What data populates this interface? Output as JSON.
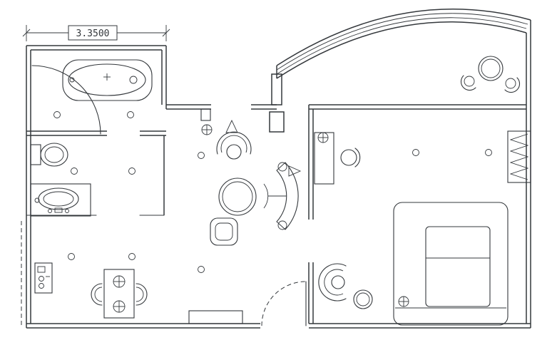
{
  "dimension": {
    "value": "3.3500"
  },
  "colors": {
    "line": "#34383c",
    "background": "#ffffff"
  },
  "fixtures": {
    "bathroom": [
      "bathtub",
      "shower-screen",
      "toilet",
      "vanity-sink"
    ],
    "living": [
      "armchair",
      "curved-sofa",
      "round-table",
      "ottoman",
      "bench",
      "dresser",
      "dresser-chairs"
    ],
    "bedroom": [
      "desk",
      "desk-chair",
      "bed",
      "lounge-chair",
      "side-table",
      "radiator"
    ],
    "window_bay": [
      "curved-curtain-wall",
      "bay-table",
      "bay-chairs"
    ],
    "symbols": [
      "ceiling-light",
      "cross-circle-marker",
      "direction-arrow",
      "entry-door-swing",
      "dimension-line"
    ]
  }
}
